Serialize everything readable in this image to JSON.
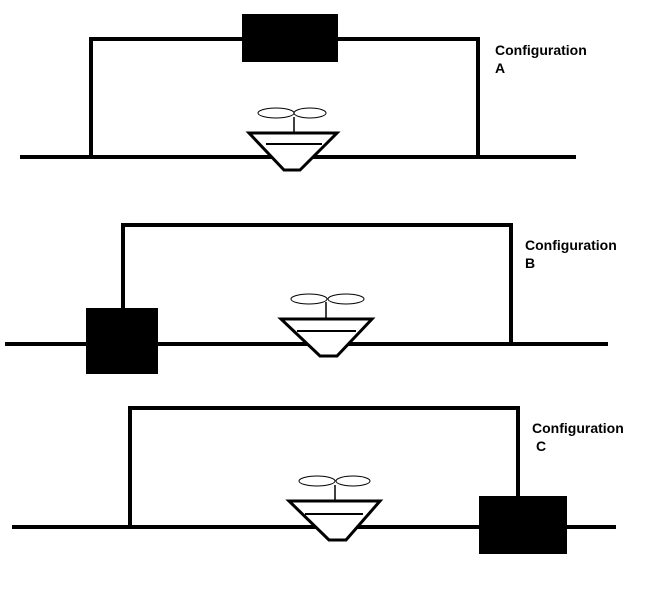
{
  "configurations": {
    "a": {
      "title": "Configuration",
      "letter": "A"
    },
    "b": {
      "title": "Configuration",
      "letter": "B"
    },
    "c": {
      "title": "Configuration",
      "letter": "C"
    }
  },
  "colors": {
    "stroke": "#000000",
    "fill": "#000000",
    "background": "#ffffff"
  },
  "icons": {
    "seedling": "seedling-icon",
    "pot": "flower-pot-icon"
  }
}
